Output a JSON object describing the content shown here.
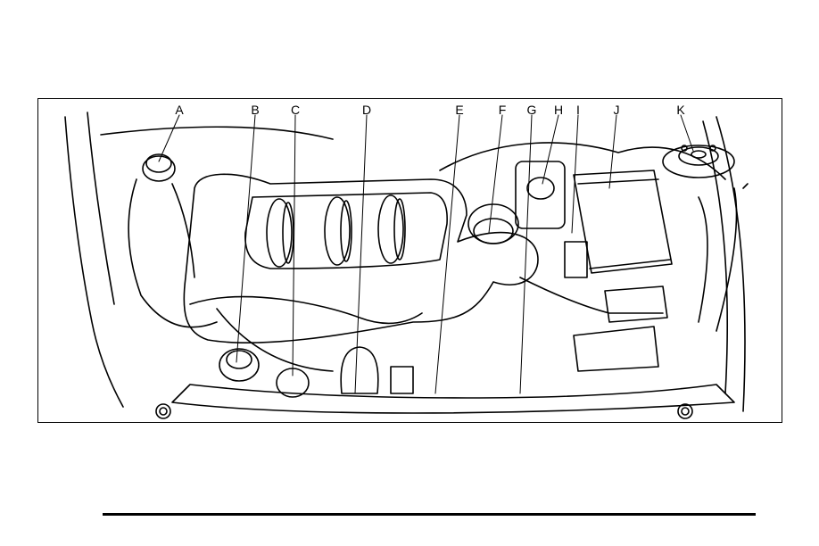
{
  "figure": {
    "callouts": [
      {
        "id": "A",
        "label": "A"
      },
      {
        "id": "B",
        "label": "B"
      },
      {
        "id": "C",
        "label": "C"
      },
      {
        "id": "D",
        "label": "D"
      },
      {
        "id": "E",
        "label": "E"
      },
      {
        "id": "F",
        "label": "F"
      },
      {
        "id": "G",
        "label": "G"
      },
      {
        "id": "H",
        "label": "H"
      },
      {
        "id": "I",
        "label": "I"
      },
      {
        "id": "J",
        "label": "J"
      },
      {
        "id": "K",
        "label": "K"
      }
    ]
  }
}
